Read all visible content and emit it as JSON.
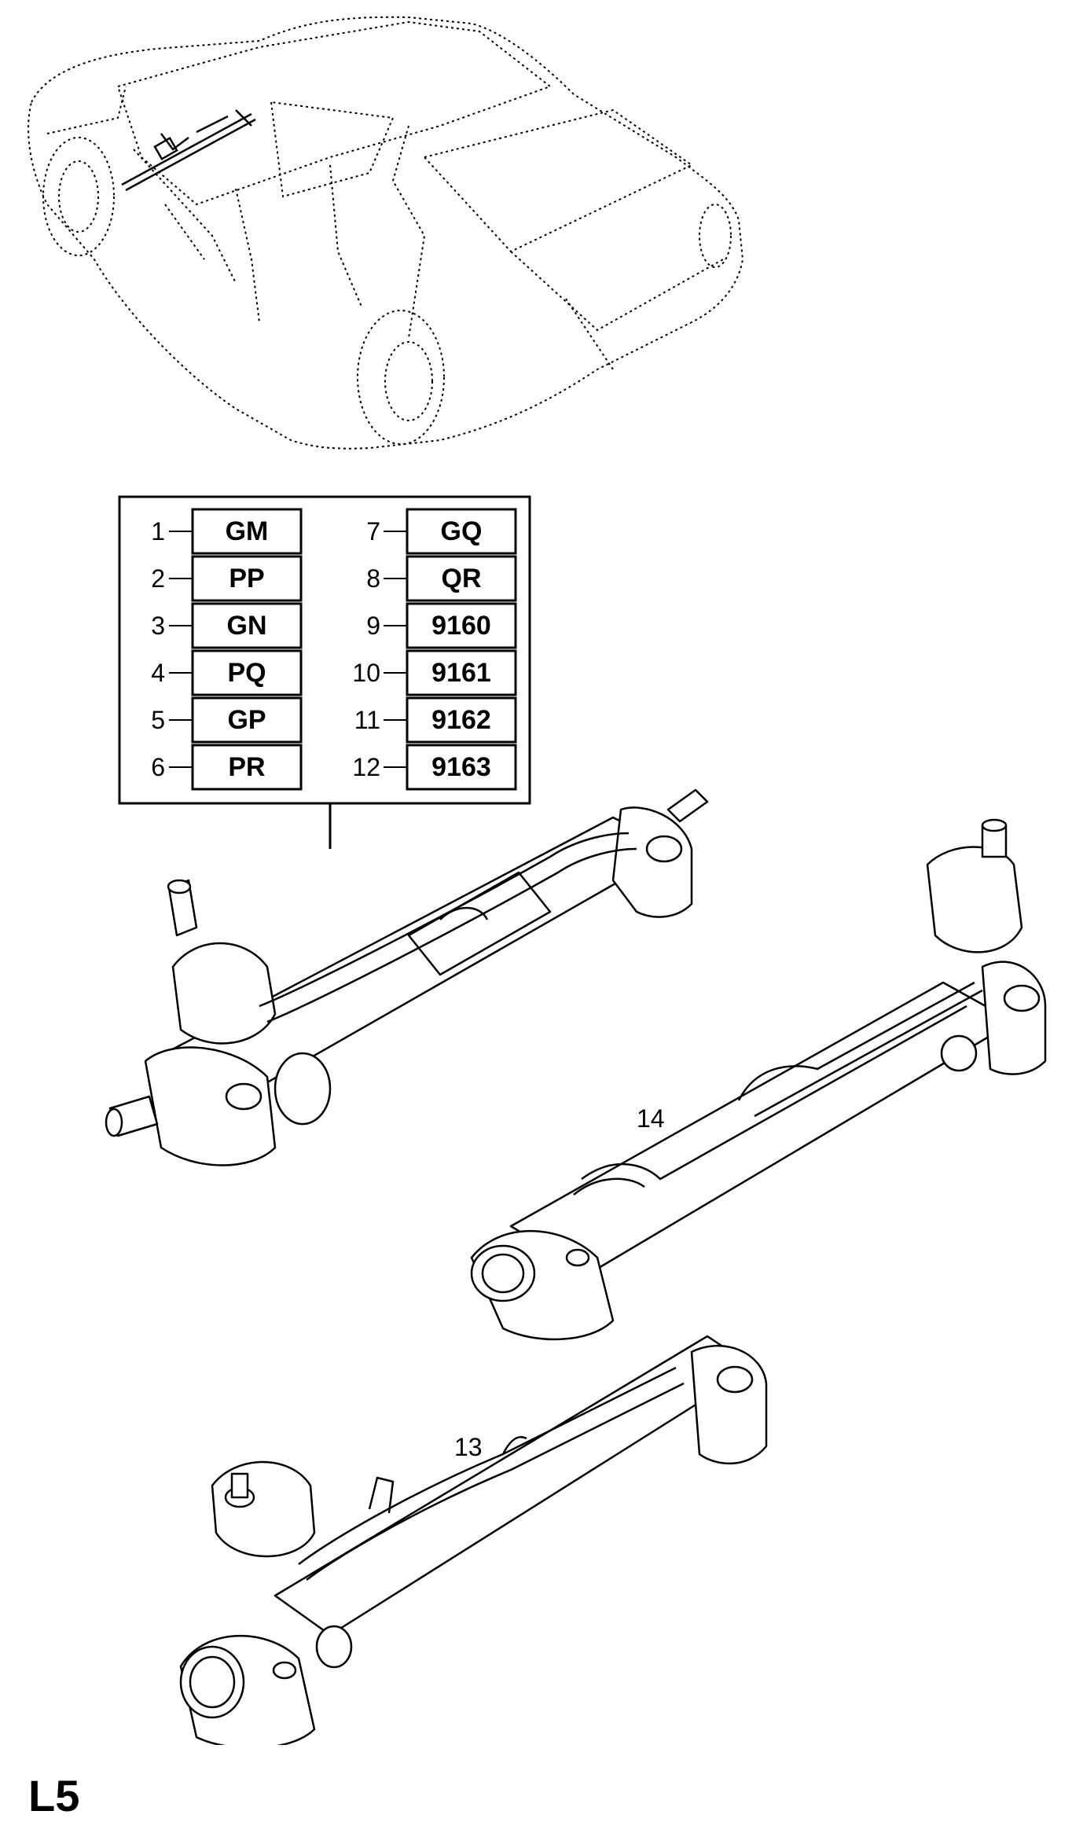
{
  "legend": {
    "left": [
      {
        "num": "1",
        "code": "GM"
      },
      {
        "num": "2",
        "code": "PP"
      },
      {
        "num": "3",
        "code": "GN"
      },
      {
        "num": "4",
        "code": "PQ"
      },
      {
        "num": "5",
        "code": "GP"
      },
      {
        "num": "6",
        "code": "PR"
      }
    ],
    "right": [
      {
        "num": "7",
        "code": "GQ"
      },
      {
        "num": "8",
        "code": "QR"
      },
      {
        "num": "9",
        "code": "9160"
      },
      {
        "num": "10",
        "code": "9161"
      },
      {
        "num": "11",
        "code": "9162"
      },
      {
        "num": "12",
        "code": "9163"
      }
    ]
  },
  "callouts": {
    "rack_14": "14",
    "rack_13": "13"
  },
  "page_code": "L5"
}
